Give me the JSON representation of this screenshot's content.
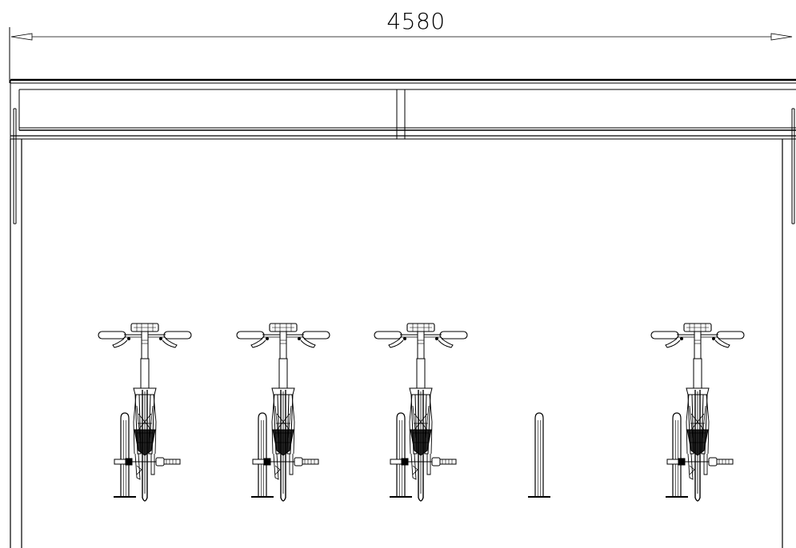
{
  "dimension": {
    "width_label": "4580"
  },
  "drawing": {
    "stroke_color": "#000000",
    "background_color": "#ffffff",
    "bay_contents": [
      "bike",
      "bike",
      "bike",
      "empty",
      "bike"
    ]
  }
}
